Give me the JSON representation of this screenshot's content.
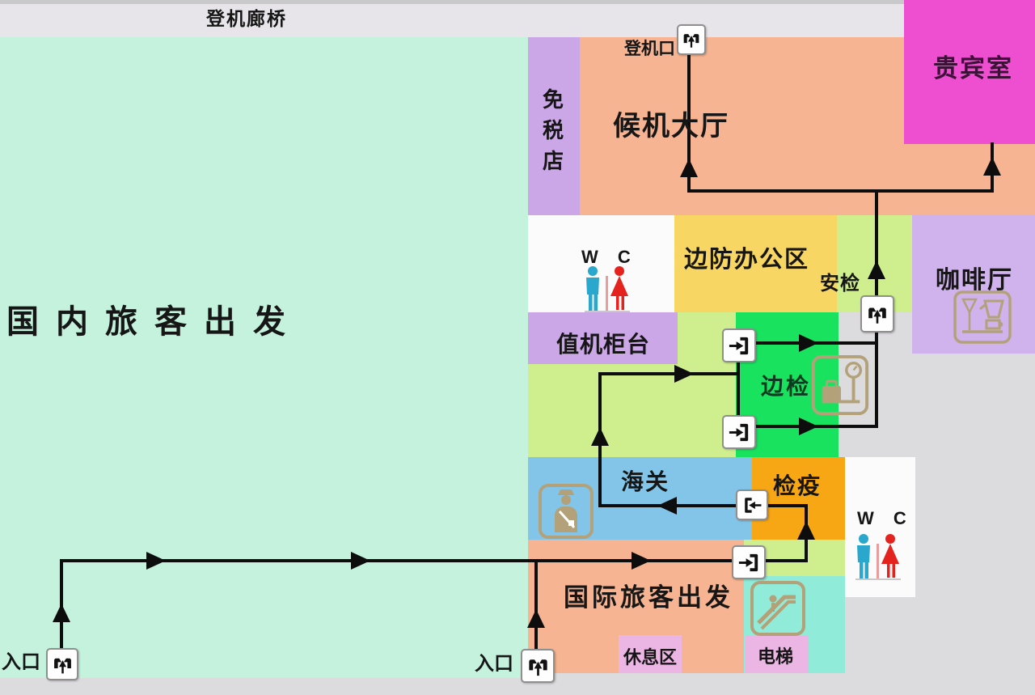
{
  "diagram_title": "登机廊桥",
  "zones": {
    "domestic_departure": {
      "label": "国内旅客出发",
      "color": "#c4f2dd"
    },
    "duty_free": {
      "label": "免税店",
      "color": "#cba7e8"
    },
    "departure_hall": {
      "label": "候机大厅",
      "color": "#f6b492"
    },
    "vip_room": {
      "label": "贵宾室",
      "color": "#ee4fd1"
    },
    "border_office": {
      "label": "边防办公区",
      "color": "#f8d664"
    },
    "coffee_shop": {
      "label": "咖啡厅",
      "color": "#d0b2ec"
    },
    "check_in_counter": {
      "label": "值机柜台",
      "color": "#cba7e8"
    },
    "border_inspection": {
      "label": "边检",
      "color": "#19e25f"
    },
    "customs": {
      "label": "海关",
      "color": "#82c5e8"
    },
    "quarantine": {
      "label": "检疫",
      "color": "#f7a714"
    },
    "international_departure": {
      "label": "国际旅客出发",
      "color": "#f6b492"
    },
    "rest_area": {
      "label": "休息区",
      "color": "#ecb6e4"
    },
    "elevator": {
      "label": "电梯",
      "color": "#ecb6e4"
    },
    "toilet_upper": {
      "label": "W C",
      "color": "#fbfbfc"
    },
    "toilet_lower": {
      "label": "W C",
      "color": "#fbfbfc"
    }
  },
  "markers": {
    "boarding_gate": {
      "label": "登机口"
    },
    "security_check": {
      "label": "安检"
    },
    "entrance_domestic": {
      "label": "入口"
    },
    "entrance_international": {
      "label": "入口"
    }
  },
  "icon_names": [
    "gate-arch-up-arrow-icon",
    "door-enter-right-icon",
    "door-exit-left-icon",
    "customs-officer-icon",
    "baggage-scale-icon",
    "escalator-icon",
    "coffee-service-icon",
    "wc-man-icon",
    "wc-woman-icon"
  ],
  "palette": {
    "background": "#dcdbde",
    "top_bar": "#e7e5e9",
    "path_line": "#0d0d0d",
    "icon_tan": "#b2a179",
    "wc_man_blue": "#2aa7cd",
    "wc_woman_red": "#e5231e"
  }
}
